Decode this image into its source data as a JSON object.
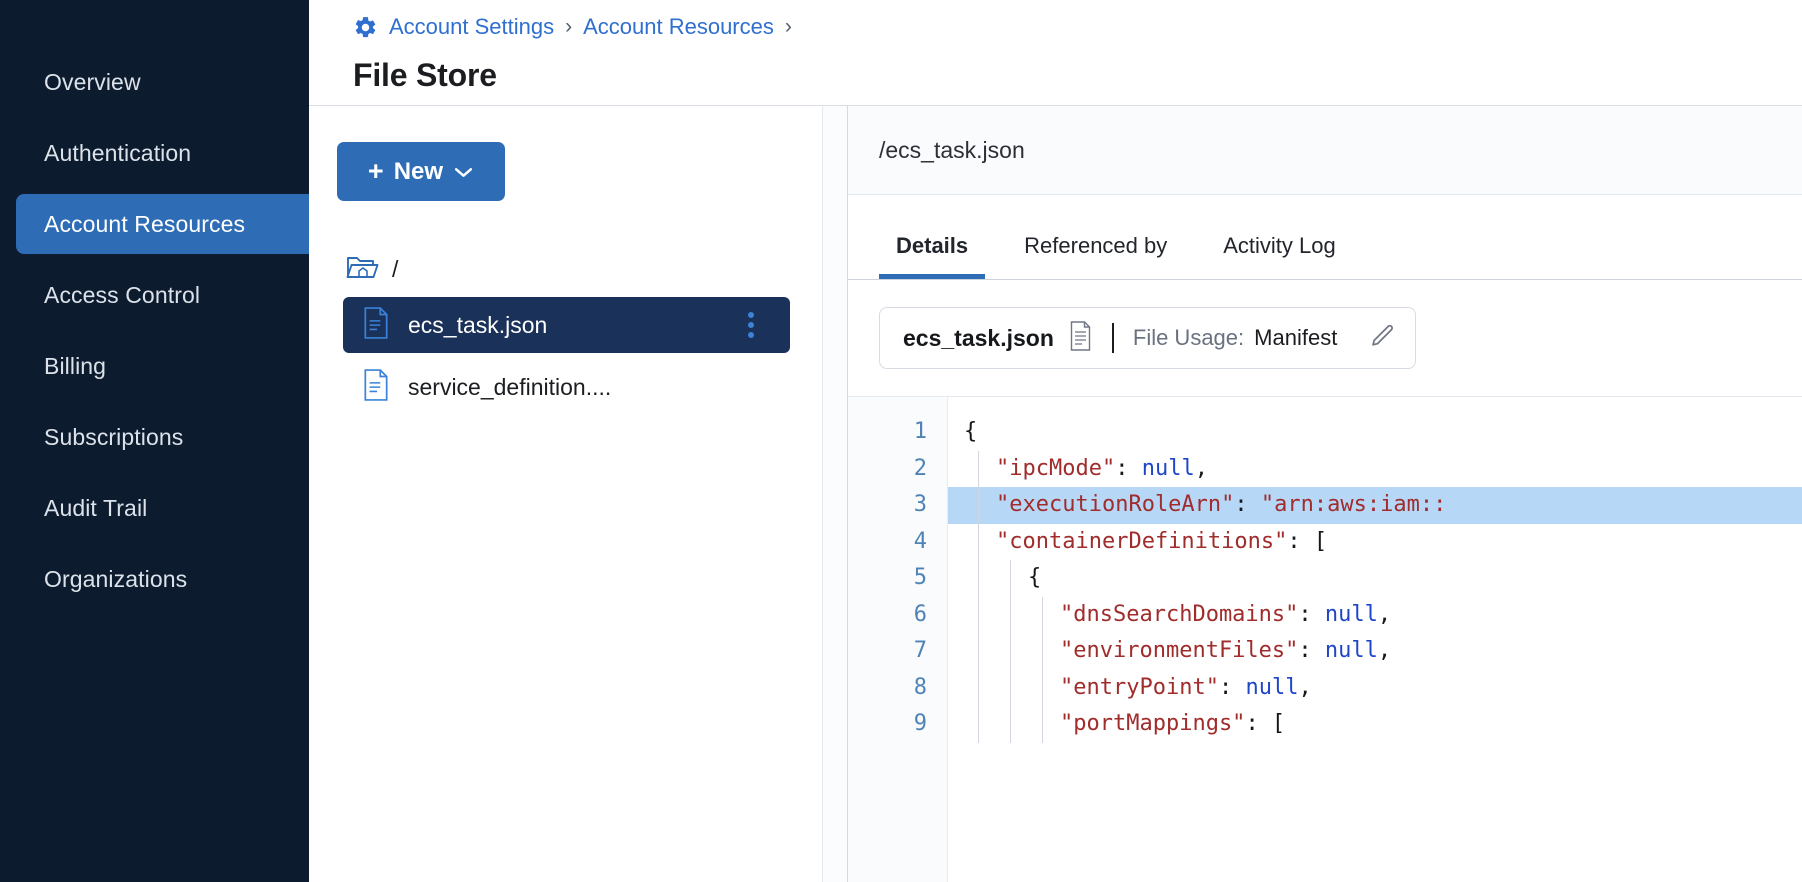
{
  "sidebar": {
    "items": [
      {
        "label": "Overview",
        "active": false
      },
      {
        "label": "Authentication",
        "active": false
      },
      {
        "label": "Account Resources",
        "active": true
      },
      {
        "label": "Access Control",
        "active": false
      },
      {
        "label": "Billing",
        "active": false
      },
      {
        "label": "Subscriptions",
        "active": false
      },
      {
        "label": "Audit Trail",
        "active": false
      },
      {
        "label": "Organizations",
        "active": false
      }
    ],
    "bg_color": "#0d1b2e",
    "active_color": "#2e6cb5"
  },
  "header": {
    "gear_icon": "gear-icon",
    "breadcrumb": [
      {
        "label": "Account Settings"
      },
      {
        "label": "Account Resources"
      }
    ],
    "separator": "›",
    "title": "File Store"
  },
  "tree_panel": {
    "new_button": {
      "plus": "+",
      "label": "New",
      "chevron": "chevron-down-icon"
    },
    "root": {
      "icon": "folder-home-icon",
      "label": "/"
    },
    "files": [
      {
        "name": "ecs_task.json",
        "icon": "file-json-icon",
        "selected": true,
        "menu": "kebab-menu-icon"
      },
      {
        "name": "service_definition....",
        "icon": "file-json-icon",
        "selected": false
      }
    ]
  },
  "detail_panel": {
    "path": "/ecs_task.json",
    "tabs": [
      {
        "label": "Details",
        "active": true
      },
      {
        "label": "Referenced by",
        "active": false
      },
      {
        "label": "Activity Log",
        "active": false
      }
    ],
    "usage": {
      "file_name": "ecs_task.json",
      "file_icon": "document-icon",
      "label": "File Usage:",
      "value": "Manifest",
      "edit_icon": "pencil-icon"
    },
    "editor": {
      "highlighted_line": 3,
      "line_numbers": [
        1,
        2,
        3,
        4,
        5,
        6,
        7,
        8,
        9
      ],
      "lines": [
        {
          "num": 1,
          "indent": 0,
          "tokens": [
            {
              "t": "p",
              "v": "{"
            }
          ]
        },
        {
          "num": 2,
          "indent": 1,
          "tokens": [
            {
              "t": "k",
              "v": "\"ipcMode\""
            },
            {
              "t": "p",
              "v": ": "
            },
            {
              "t": "n",
              "v": "null"
            },
            {
              "t": "p",
              "v": ","
            }
          ]
        },
        {
          "num": 3,
          "indent": 1,
          "tokens": [
            {
              "t": "k",
              "v": "\"executionRoleArn\""
            },
            {
              "t": "p",
              "v": ": "
            },
            {
              "t": "s",
              "v": "\"arn:aws:iam::"
            }
          ]
        },
        {
          "num": 4,
          "indent": 1,
          "tokens": [
            {
              "t": "k",
              "v": "\"containerDefinitions\""
            },
            {
              "t": "p",
              "v": ": ["
            }
          ]
        },
        {
          "num": 5,
          "indent": 2,
          "tokens": [
            {
              "t": "p",
              "v": "{"
            }
          ]
        },
        {
          "num": 6,
          "indent": 3,
          "tokens": [
            {
              "t": "k",
              "v": "\"dnsSearchDomains\""
            },
            {
              "t": "p",
              "v": ": "
            },
            {
              "t": "n",
              "v": "null"
            },
            {
              "t": "p",
              "v": ","
            }
          ]
        },
        {
          "num": 7,
          "indent": 3,
          "tokens": [
            {
              "t": "k",
              "v": "\"environmentFiles\""
            },
            {
              "t": "p",
              "v": ": "
            },
            {
              "t": "n",
              "v": "null"
            },
            {
              "t": "p",
              "v": ","
            }
          ]
        },
        {
          "num": 8,
          "indent": 3,
          "tokens": [
            {
              "t": "k",
              "v": "\"entryPoint\""
            },
            {
              "t": "p",
              "v": ": "
            },
            {
              "t": "n",
              "v": "null"
            },
            {
              "t": "p",
              "v": ","
            }
          ]
        },
        {
          "num": 9,
          "indent": 3,
          "tokens": [
            {
              "t": "k",
              "v": "\"portMappings\""
            },
            {
              "t": "p",
              "v": ": ["
            }
          ]
        }
      ]
    }
  },
  "colors": {
    "accent": "#2e6cb5",
    "sidebar_bg": "#0d1b2e",
    "selected_file_bg": "#1a3159",
    "code_key": "#a02c2c",
    "code_null": "#1f46c8",
    "line_highlight": "#b7d7f7",
    "line_number": "#4f83b5"
  }
}
